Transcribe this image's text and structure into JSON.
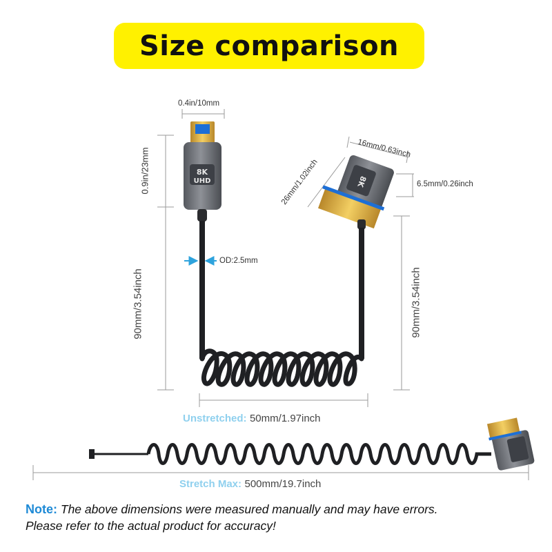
{
  "banner": {
    "title": "Size comparison",
    "color": "#fff100"
  },
  "connector_label": {
    "line1": "8K",
    "line2": "UHD"
  },
  "dimensions": {
    "usb_width": "0.4in/10mm",
    "usb_height": "0.9in/23mm",
    "cable_left_length": "90mm/3.54inch",
    "outer_diameter": "OD:2.5mm",
    "hdmi_width": "16mm/0.63inch",
    "hdmi_height": "26mm/1.02inch",
    "hdmi_thickness": "6.5mm/0.26inch",
    "cable_right_length": "90mm/3.54inch"
  },
  "unstretched": {
    "label": "Unstretched:",
    "value": "50mm/1.97inch"
  },
  "stretch_max": {
    "label": "Stretch Max:",
    "value": "500mm/19.7inch"
  },
  "note": {
    "key": "Note:",
    "line1": "The above dimensions were measured manually and may have errors.",
    "line2": "Please refer to the actual product for accuracy!"
  },
  "colors": {
    "accent_blue": "#8fd0ee",
    "note_blue": "#1e8ad6",
    "metal_gray": "#6b6e74",
    "gold": "#e2b43a",
    "tip_blue": "#1d6fd6"
  }
}
